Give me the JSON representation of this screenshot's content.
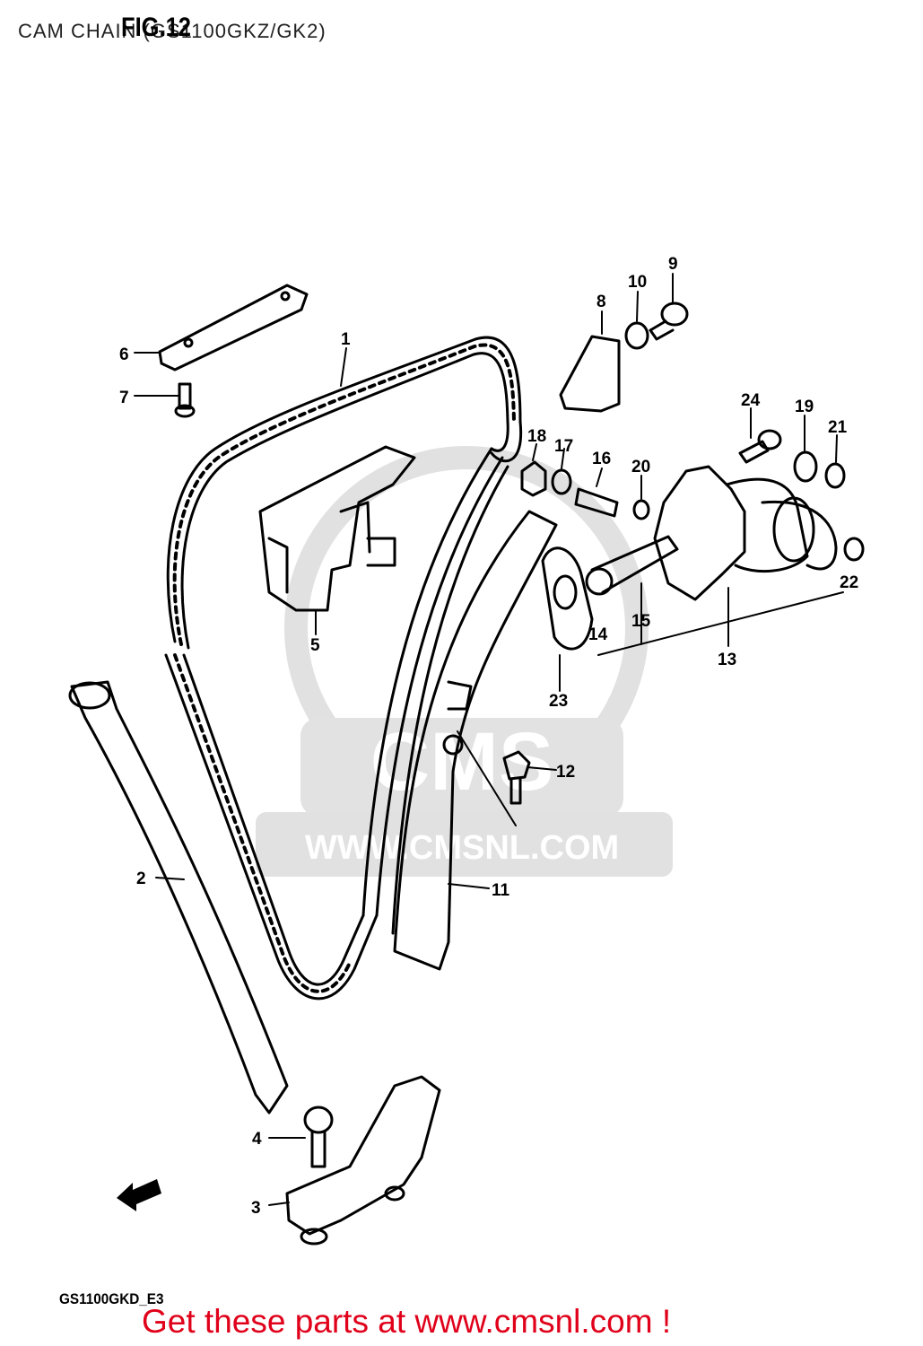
{
  "header": {
    "title": "CAM CHAIN (GS1100GKZ/GK2)",
    "figure_label": "FIG.12"
  },
  "watermark": {
    "logo_text": "CMS",
    "url_text": "WWW.CMSNL.COM"
  },
  "callouts": [
    "1",
    "2",
    "3",
    "4",
    "5",
    "6",
    "7",
    "8",
    "9",
    "10",
    "11",
    "12",
    "13",
    "14",
    "15",
    "16",
    "17",
    "18",
    "19",
    "20",
    "21",
    "22",
    "23",
    "24"
  ],
  "footer": {
    "model_code": "GS1100GKD_E3",
    "cta": "Get these parts at www.cmsnl.com !"
  },
  "colors": {
    "line": "#000000",
    "cta": "#e0001a",
    "watermark": "#d9d9d9"
  },
  "icons": [
    "front-arrow-icon"
  ]
}
